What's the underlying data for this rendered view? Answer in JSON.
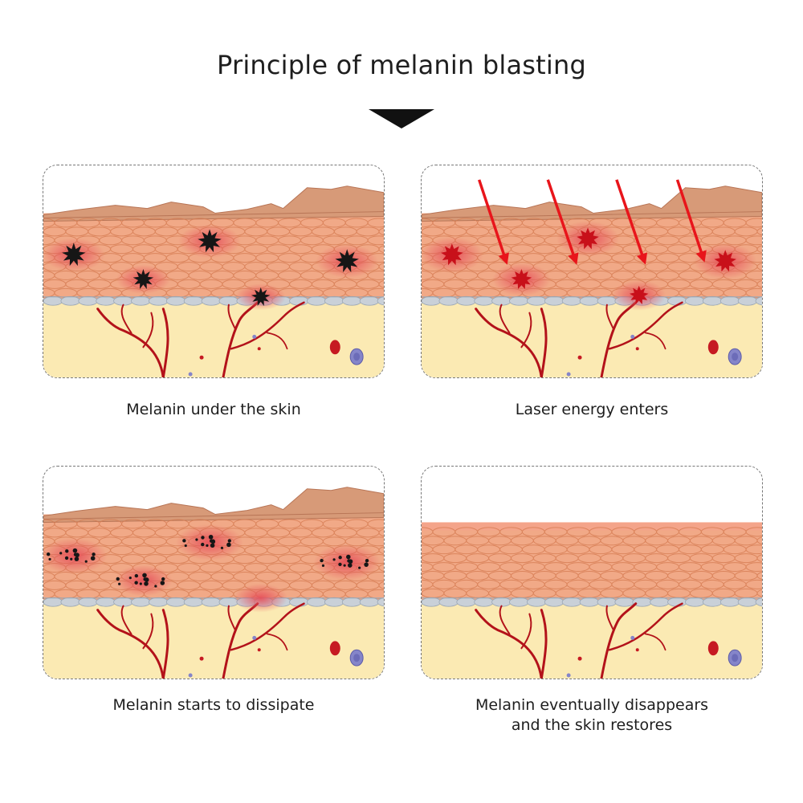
{
  "title": "Principle of melanin blasting",
  "colors": {
    "epidermis": "#f1a987",
    "cell_line": "#d4794f",
    "stratum_corneum": "#d79a78",
    "basal_layer": "#c9d0d8",
    "dermis": "#fbeab3",
    "vessel": "#b3121a",
    "melanin": "#161616",
    "laser": "#e8151b",
    "inflamed": "#e6505a"
  },
  "panels": [
    {
      "id": "melanin-under-skin",
      "caption_lines": [
        "Melanin under the skin"
      ]
    },
    {
      "id": "laser-energy-enters",
      "caption_lines": [
        "Laser energy enters"
      ]
    },
    {
      "id": "melanin-dissipate",
      "caption_lines": [
        "Melanin starts to dissipate"
      ]
    },
    {
      "id": "skin-restores",
      "caption_lines": [
        "Melanin eventually disappears",
        "and the skin restores"
      ]
    }
  ]
}
